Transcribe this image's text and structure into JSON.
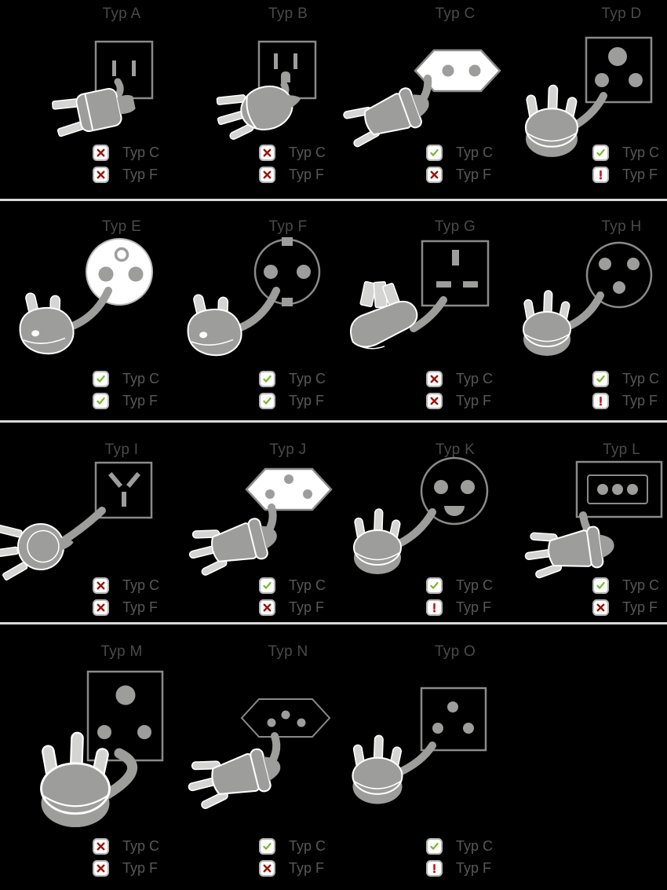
{
  "page": {
    "background_color": "#000000",
    "divider_color": "#d9d9d9",
    "title_color": "#4a4a4c",
    "label_color": "#58585a",
    "plug_color": "#9d9d9c",
    "pin_color": "#d4d4d3",
    "socket_stroke_color": "#8a8a89"
  },
  "status_icons": {
    "yes": {
      "name": "check-icon",
      "glyph": "✓",
      "color": "#76b82a"
    },
    "no": {
      "name": "cross-icon",
      "glyph": "✕",
      "color": "#9e1005"
    },
    "warn": {
      "name": "exclamation-icon",
      "glyph": "!",
      "color": "#d21113"
    }
  },
  "sections": [
    {
      "cells": [
        {
          "type": "A",
          "title": "Typ A",
          "socket": "square-two-flat-slots",
          "plug": "two-flat-blade-plug",
          "compat": [
            {
              "label": "Typ C",
              "status": "no"
            },
            {
              "label": "Typ F",
              "status": "no"
            }
          ]
        },
        {
          "type": "B",
          "title": "Typ B",
          "socket": "square-two-slots-earth-hole",
          "plug": "three-pin-blade-plug",
          "compat": [
            {
              "label": "Typ C",
              "status": "no"
            },
            {
              "label": "Typ F",
              "status": "no"
            }
          ]
        },
        {
          "type": "C",
          "title": "Typ C",
          "socket": "white-hexagon-two-round-holes",
          "plug": "europlug-two-round-pins",
          "compat": [
            {
              "label": "Typ C",
              "status": "yes"
            },
            {
              "label": "Typ F",
              "status": "no"
            }
          ]
        },
        {
          "type": "D",
          "title": "Typ D",
          "socket": "square-three-round-holes",
          "plug": "three-round-pin-plug",
          "compat": [
            {
              "label": "Typ C",
              "status": "yes"
            },
            {
              "label": "Typ F",
              "status": "warn"
            }
          ]
        }
      ]
    },
    {
      "cells": [
        {
          "type": "E",
          "title": "Typ E",
          "socket": "white-circle-two-holes-earth-pin",
          "plug": "schuko-two-round-pins",
          "compat": [
            {
              "label": "Typ C",
              "status": "yes"
            },
            {
              "label": "Typ F",
              "status": "yes"
            }
          ]
        },
        {
          "type": "F",
          "title": "Typ F",
          "socket": "circle-two-holes-earth-clips",
          "plug": "schuko-two-round-pins",
          "compat": [
            {
              "label": "Typ C",
              "status": "yes"
            },
            {
              "label": "Typ F",
              "status": "yes"
            }
          ]
        },
        {
          "type": "G",
          "title": "Typ G",
          "socket": "square-three-rectangular-slots",
          "plug": "uk-three-rectangular-pins",
          "compat": [
            {
              "label": "Typ C",
              "status": "no"
            },
            {
              "label": "Typ F",
              "status": "no"
            }
          ]
        },
        {
          "type": "H",
          "title": "Typ H",
          "socket": "circle-three-round-holes",
          "plug": "three-round-pin-plug",
          "compat": [
            {
              "label": "Typ C",
              "status": "yes"
            },
            {
              "label": "Typ F",
              "status": "warn"
            }
          ]
        }
      ]
    },
    {
      "cells": [
        {
          "type": "I",
          "title": "Typ I",
          "socket": "square-angled-v-slots",
          "plug": "angled-flat-blade-plug",
          "compat": [
            {
              "label": "Typ C",
              "status": "no"
            },
            {
              "label": "Typ F",
              "status": "no"
            }
          ]
        },
        {
          "type": "J",
          "title": "Typ J",
          "socket": "white-hexagon-three-round-holes",
          "plug": "three-round-pin-europlug",
          "compat": [
            {
              "label": "Typ C",
              "status": "yes"
            },
            {
              "label": "Typ F",
              "status": "no"
            }
          ]
        },
        {
          "type": "K",
          "title": "Typ K",
          "socket": "circle-two-holes-smile-slot",
          "plug": "three-round-pin-plug",
          "compat": [
            {
              "label": "Typ C",
              "status": "yes"
            },
            {
              "label": "Typ F",
              "status": "warn"
            }
          ]
        },
        {
          "type": "L",
          "title": "Typ L",
          "socket": "rectangle-three-inline-holes",
          "plug": "three-inline-pin-plug",
          "compat": [
            {
              "label": "Typ C",
              "status": "yes"
            },
            {
              "label": "Typ F",
              "status": "no"
            }
          ]
        }
      ]
    },
    {
      "cells": [
        {
          "type": "M",
          "title": "Typ M",
          "socket": "large-rectangle-three-round-holes",
          "plug": "large-three-round-pin-plug",
          "compat": [
            {
              "label": "Typ C",
              "status": "no"
            },
            {
              "label": "Typ F",
              "status": "no"
            }
          ]
        },
        {
          "type": "N",
          "title": "Typ N",
          "socket": "hexagon-three-round-holes",
          "plug": "three-round-pin-europlug",
          "compat": [
            {
              "label": "Typ C",
              "status": "yes"
            },
            {
              "label": "Typ F",
              "status": "no"
            }
          ]
        },
        {
          "type": "O",
          "title": "Typ O",
          "socket": "square-three-round-holes",
          "plug": "three-round-pin-plug",
          "compat": [
            {
              "label": "Typ C",
              "status": "yes"
            },
            {
              "label": "Typ F",
              "status": "warn"
            }
          ]
        }
      ]
    }
  ]
}
